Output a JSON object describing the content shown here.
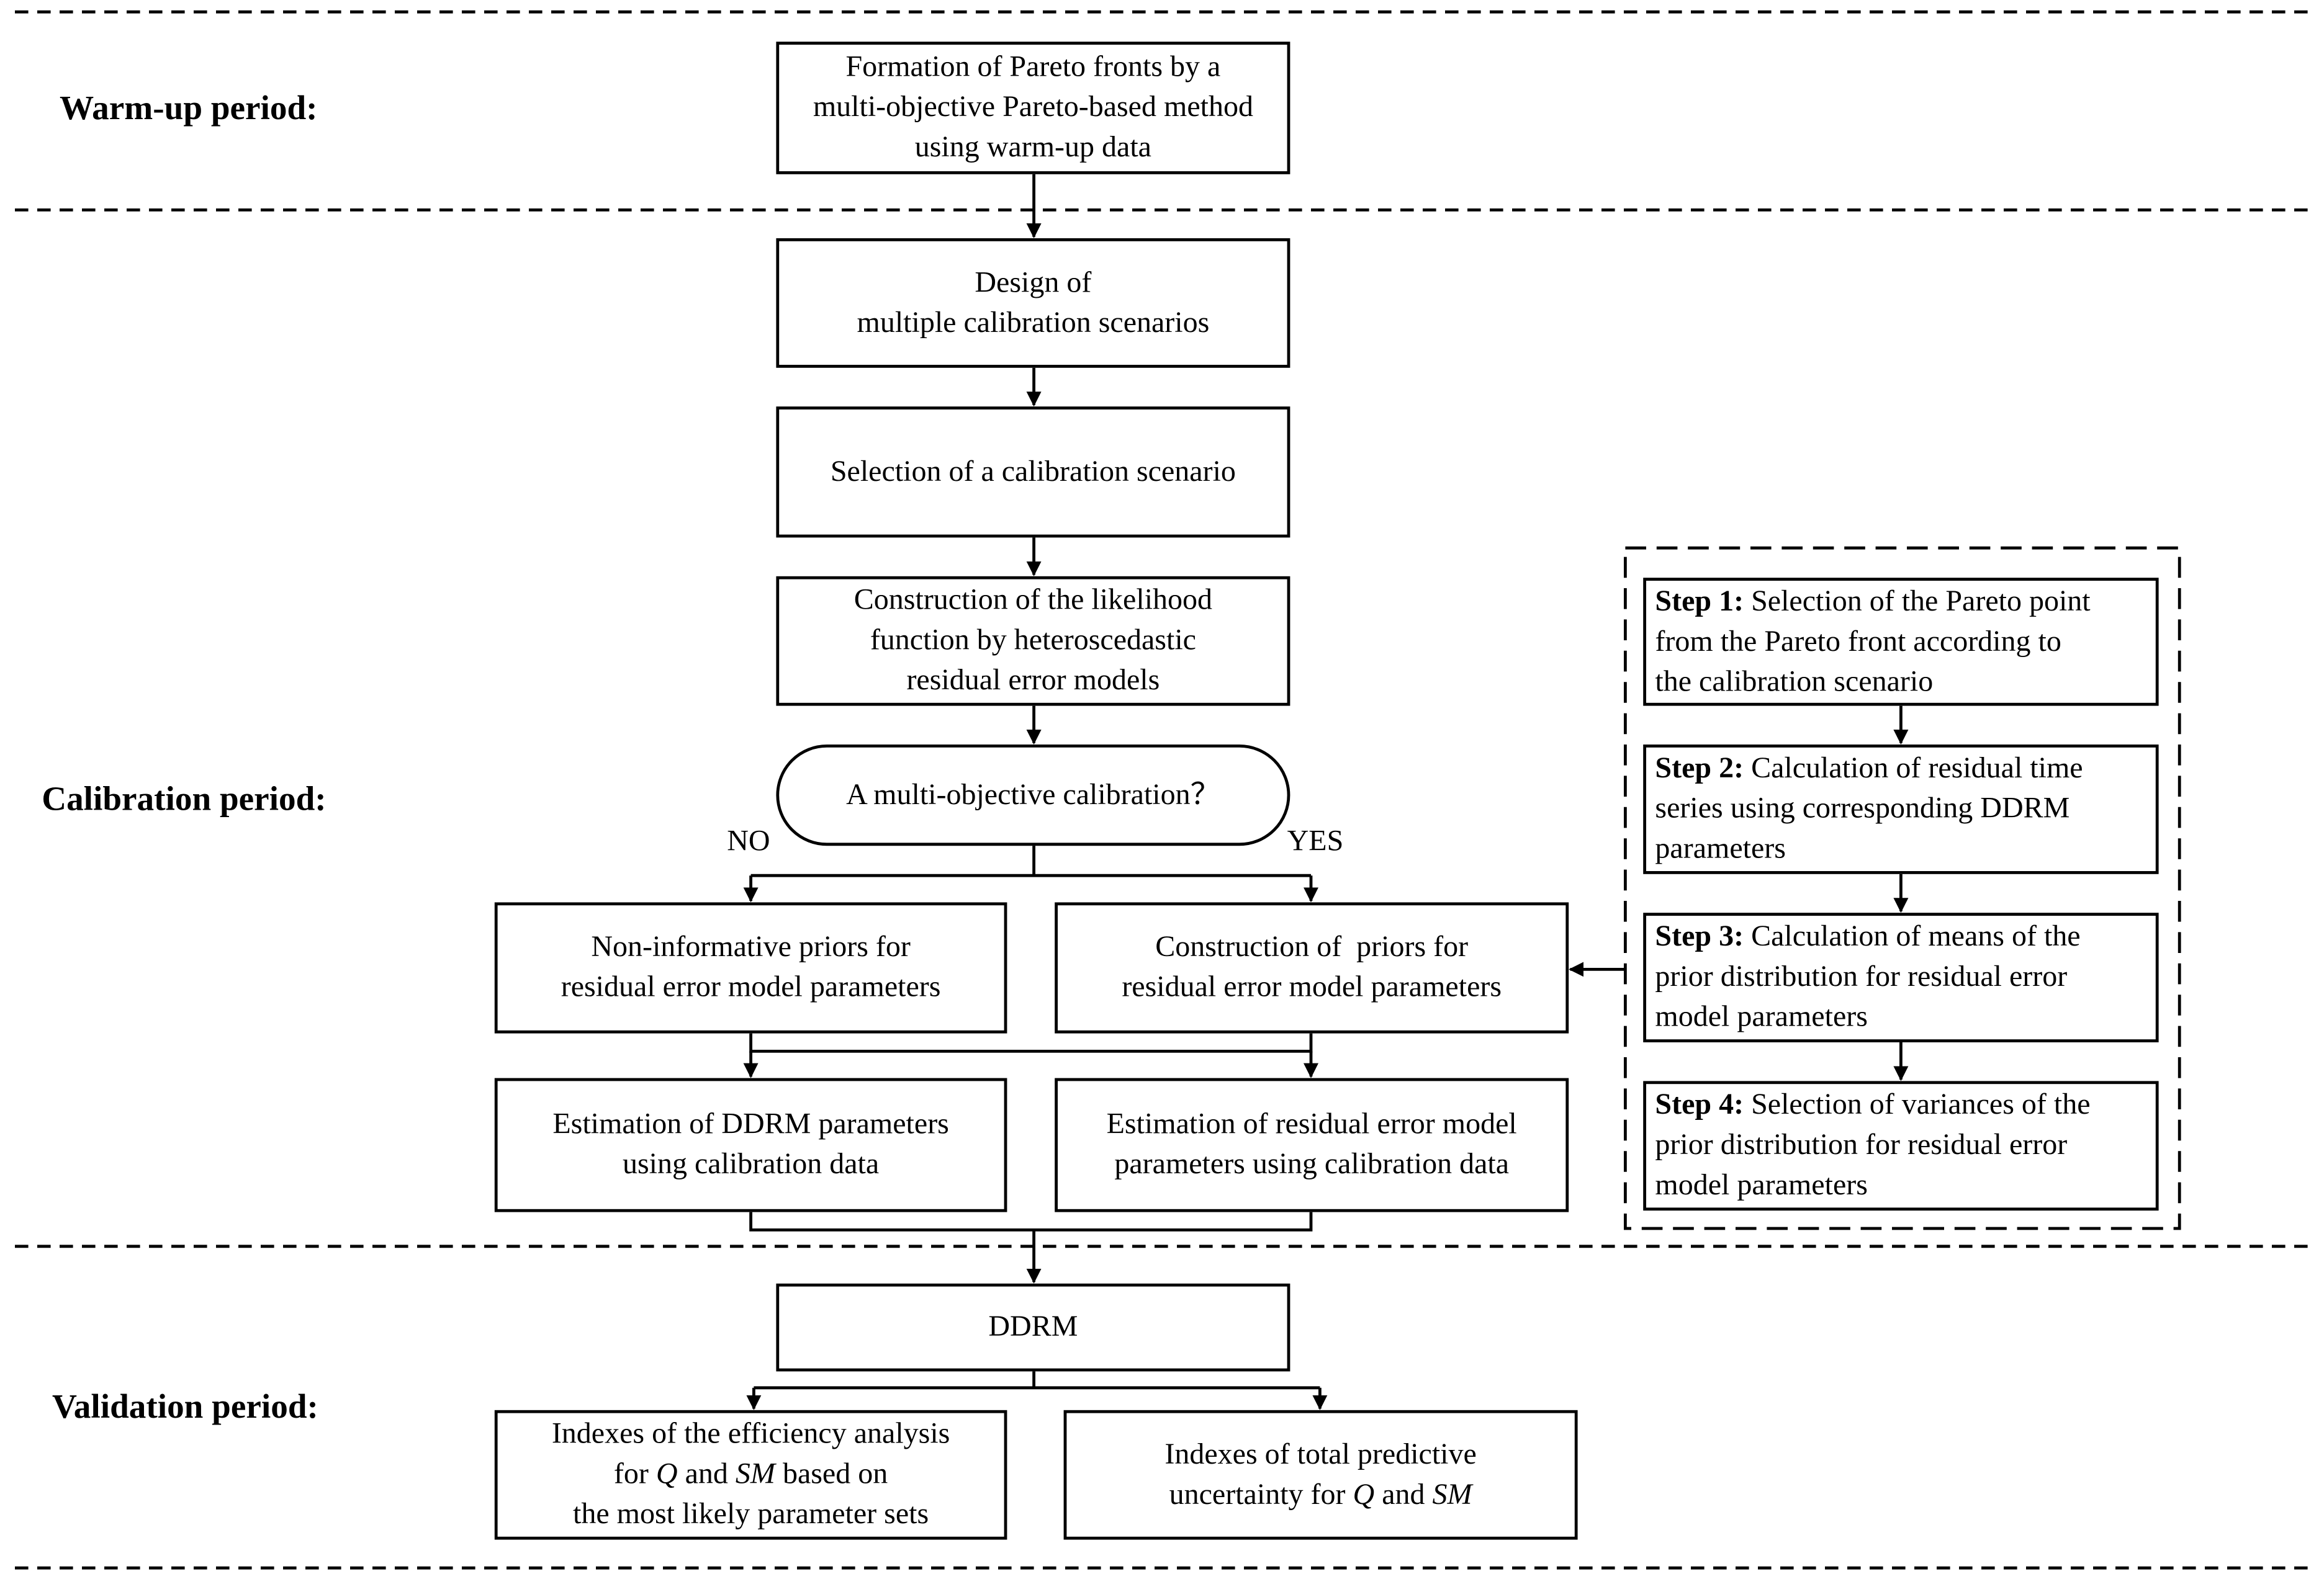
{
  "periods": {
    "warmup": "Warm-up period:",
    "calibration": "Calibration period:",
    "validation": "Validation period:"
  },
  "boxes": {
    "pareto_fronts": [
      "Formation of Pareto fronts by a",
      "multi-objective Pareto-based method",
      "using warm-up data"
    ],
    "design": [
      "Design of",
      "multiple calibration scenarios"
    ],
    "selection": [
      "Selection of a calibration scenario"
    ],
    "likelihood": [
      "Construction of the likelihood",
      "function by heteroscedastic",
      "residual error models"
    ],
    "decision": "A multi-objective calibration？",
    "non_informative": [
      "Non-informative priors for",
      "residual error model parameters"
    ],
    "construction_priors": [
      "Construction of  priors for",
      "residual error model parameters"
    ],
    "estimation_ddrm": [
      "Estimation of DDRM parameters",
      "using calibration data"
    ],
    "estimation_residual": [
      "Estimation of residual error model",
      "parameters using calibration data"
    ],
    "ddrm": "DDRM",
    "efficiency": {
      "l1": "Indexes of the efficiency analysis",
      "l2a": "for ",
      "q": "Q",
      "l2b": " and ",
      "sm": "SM",
      "l2c": " based on",
      "l3": "the most likely parameter sets"
    },
    "uncertainty": {
      "l1": "Indexes of total predictive",
      "l2a": "uncertainty for ",
      "q": "Q",
      "l2b": " and ",
      "sm": "SM"
    }
  },
  "branch_labels": {
    "no": "NO",
    "yes": "YES"
  },
  "steps": [
    {
      "label": "Step 1:",
      "lines": [
        " Selection of the Pareto point",
        "from the Pareto front according to",
        "the calibration scenario"
      ]
    },
    {
      "label": "Step 2:",
      "lines": [
        " Calculation of residual time",
        "series using corresponding DDRM",
        "parameters"
      ]
    },
    {
      "label": "Step 3:",
      "lines": [
        " Calculation of means of the",
        "prior distribution for residual error",
        "model parameters"
      ]
    },
    {
      "label": "Step 4:",
      "lines": [
        " Selection of variances of the",
        "prior distribution for residual error",
        "model parameters"
      ]
    }
  ]
}
